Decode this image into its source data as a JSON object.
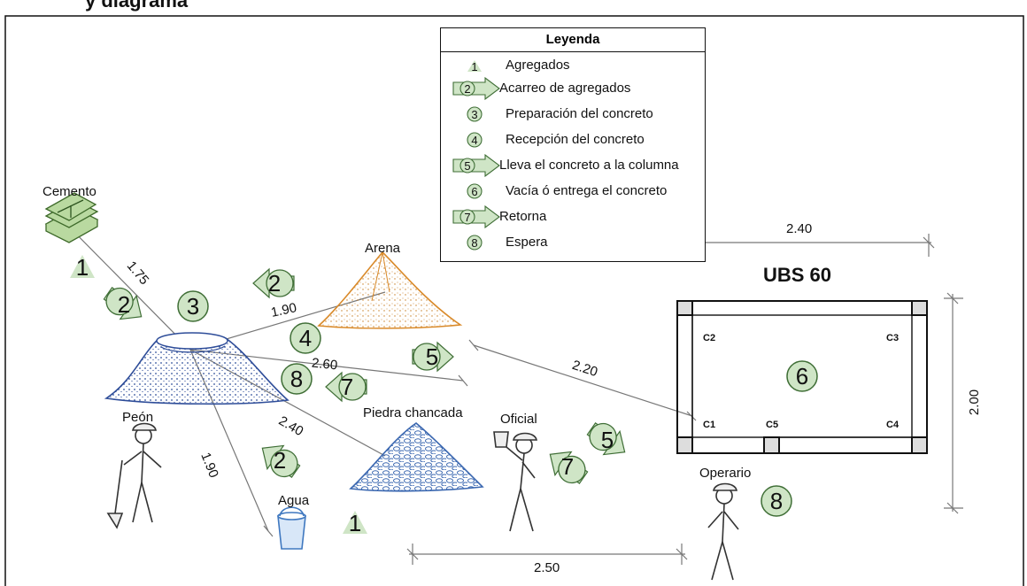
{
  "title_partial": "y diagrama",
  "legend": {
    "title": "Leyenda",
    "items": [
      {
        "num": "1",
        "label": "Agregados",
        "symbol": "triangle"
      },
      {
        "num": "2",
        "label": "Acarreo de agregados",
        "symbol": "arrow"
      },
      {
        "num": "3",
        "label": "Preparación del concreto",
        "symbol": "circle"
      },
      {
        "num": "4",
        "label": "Recepción del concreto",
        "symbol": "circle"
      },
      {
        "num": "5",
        "label": "Lleva el concreto a la columna",
        "symbol": "arrow"
      },
      {
        "num": "6",
        "label": "Vacía ó entrega el concreto",
        "symbol": "circle"
      },
      {
        "num": "7",
        "label": "Retorna",
        "symbol": "arrow"
      },
      {
        "num": "8",
        "label": "Espera",
        "symbol": "circle"
      }
    ]
  },
  "labels": {
    "cemento": "Cemento",
    "arena": "Arena",
    "piedra": "Piedra chancada",
    "agua": "Agua",
    "peon": "Peón",
    "oficial": "Oficial",
    "operario": "Operario",
    "ubs": "UBS 60"
  },
  "dimensions": {
    "d175": "1.75",
    "d190a": "1.90",
    "d260": "2.60",
    "d240a": "2.40",
    "d190b": "1.90",
    "d220": "2.20",
    "d240b": "2.40",
    "d200": "2.00",
    "d250": "2.50"
  },
  "columns": {
    "c1": "C1",
    "c2": "C2",
    "c3": "C3",
    "c4": "C4",
    "c5": "C5"
  },
  "markers": {
    "m1a": "1",
    "m2a": "2",
    "m3": "3",
    "m2b": "2",
    "m4": "4",
    "m5a": "5",
    "m8a": "8",
    "m7a": "7",
    "m2c": "2",
    "m1b": "1",
    "m5b": "5",
    "m7b": "7",
    "m6": "6",
    "m8b": "8"
  },
  "colors": {
    "marker_fill": "#cfe5c6",
    "marker_stroke": "#3f6e36",
    "sand": "#e8a85a",
    "mix": "#2e4d99",
    "stone": "#3a67b0",
    "bucket": "#3f78c0",
    "cement": "#5a8a3e"
  }
}
